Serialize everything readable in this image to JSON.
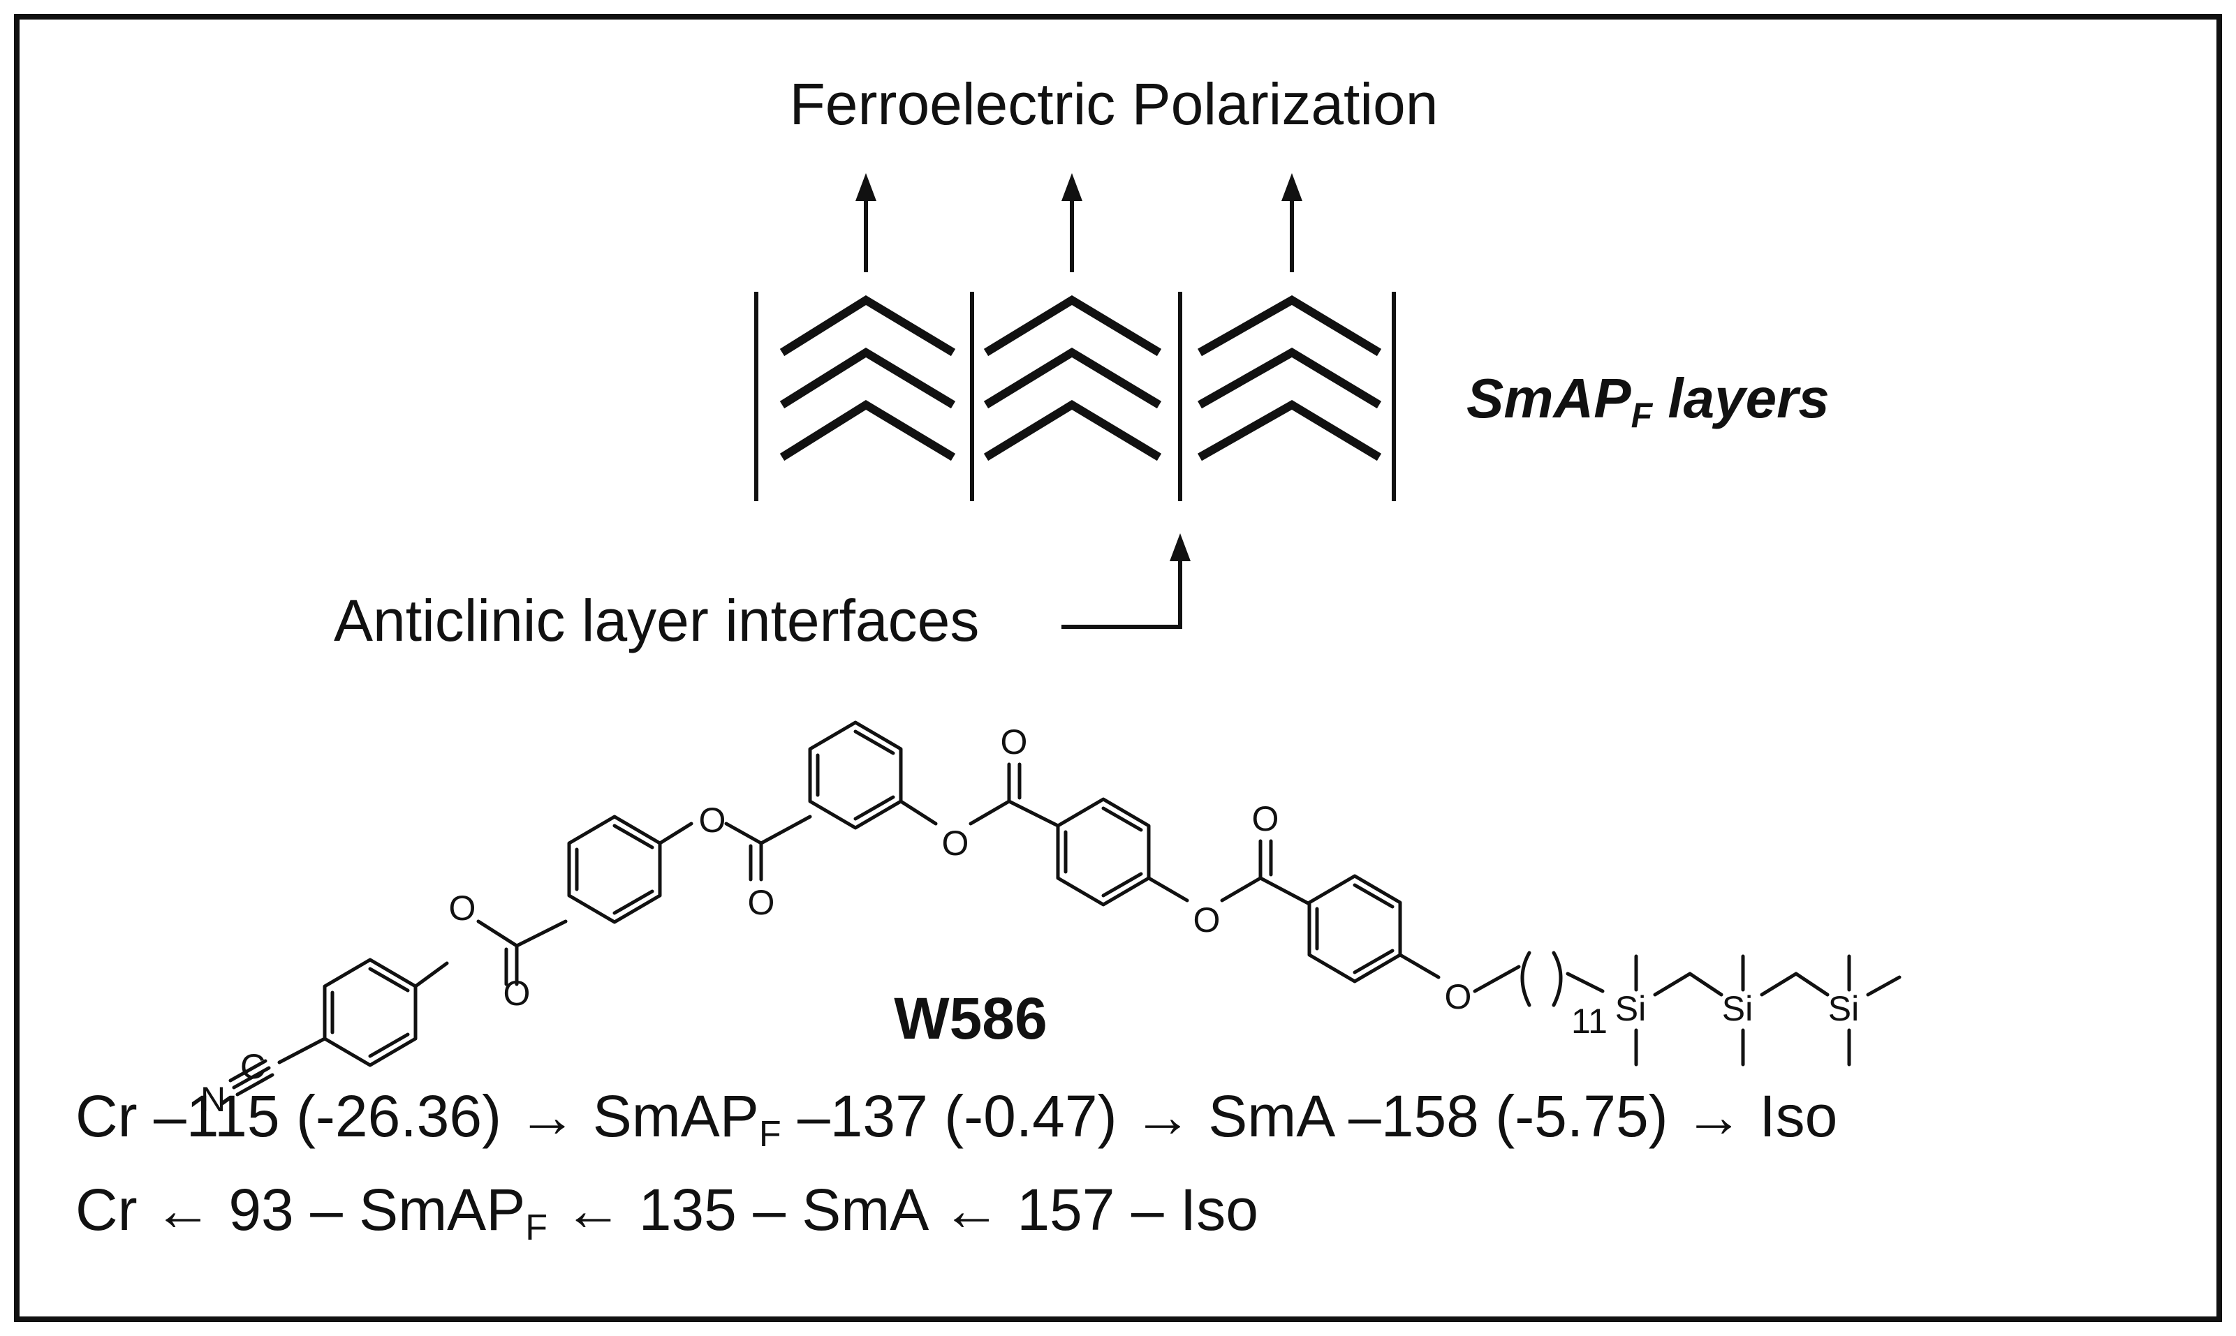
{
  "title": "Ferroelectric Polarization",
  "layers_label": {
    "main": "SmAP",
    "sub": "F",
    "tail": " layers"
  },
  "interface_label": "Anticlinic layer interfaces",
  "compound_name": "W586",
  "molecule": {
    "nitrile_n": "N",
    "nitrile_c": "C",
    "oxygen": "O",
    "silicon": "Si",
    "chain_repeat": "11"
  },
  "heating_sequence": [
    "Cr",
    "115 (-26.36)",
    "SmAP",
    "F",
    "137 (-0.47)",
    "SmA",
    "158 (-5.75)",
    "Iso"
  ],
  "cooling_sequence": [
    "Cr",
    "93",
    "SmAP",
    "F",
    "135",
    "SmA",
    "157",
    "Iso"
  ],
  "colors": {
    "ink": "#111111",
    "background": "#ffffff"
  }
}
